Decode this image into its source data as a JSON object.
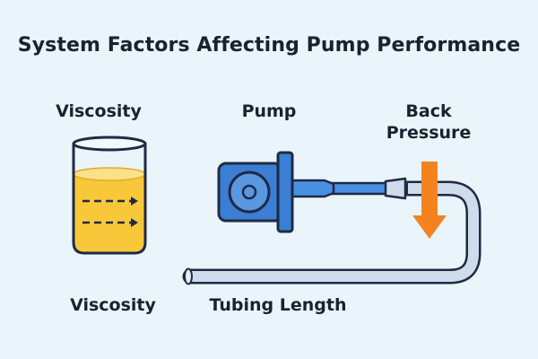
{
  "title": "System Factors Affecting Pump Performance",
  "labels": {
    "viscosity_top": "Viscosity",
    "pump": "Pump",
    "back_pressure_line1": "Back",
    "back_pressure_line2": "Pressure",
    "viscosity_bottom": "Viscosity",
    "tubing_length": "Tubing Length"
  },
  "icons": {
    "beaker": "beaker-icon",
    "pump": "pump-icon",
    "tubing": "tubing-icon",
    "pressure_arrow": "down-arrow-icon"
  },
  "colors": {
    "background": "#eaf4fb",
    "outline": "#1f2a44",
    "liquid": "#f9c83a",
    "liquid_top": "#fbe28a",
    "pump_blue": "#3b7fd4",
    "pipe_blue": "#4a90e2",
    "tube_fill": "#cfdceb",
    "arrow_orange": "#f58220"
  }
}
